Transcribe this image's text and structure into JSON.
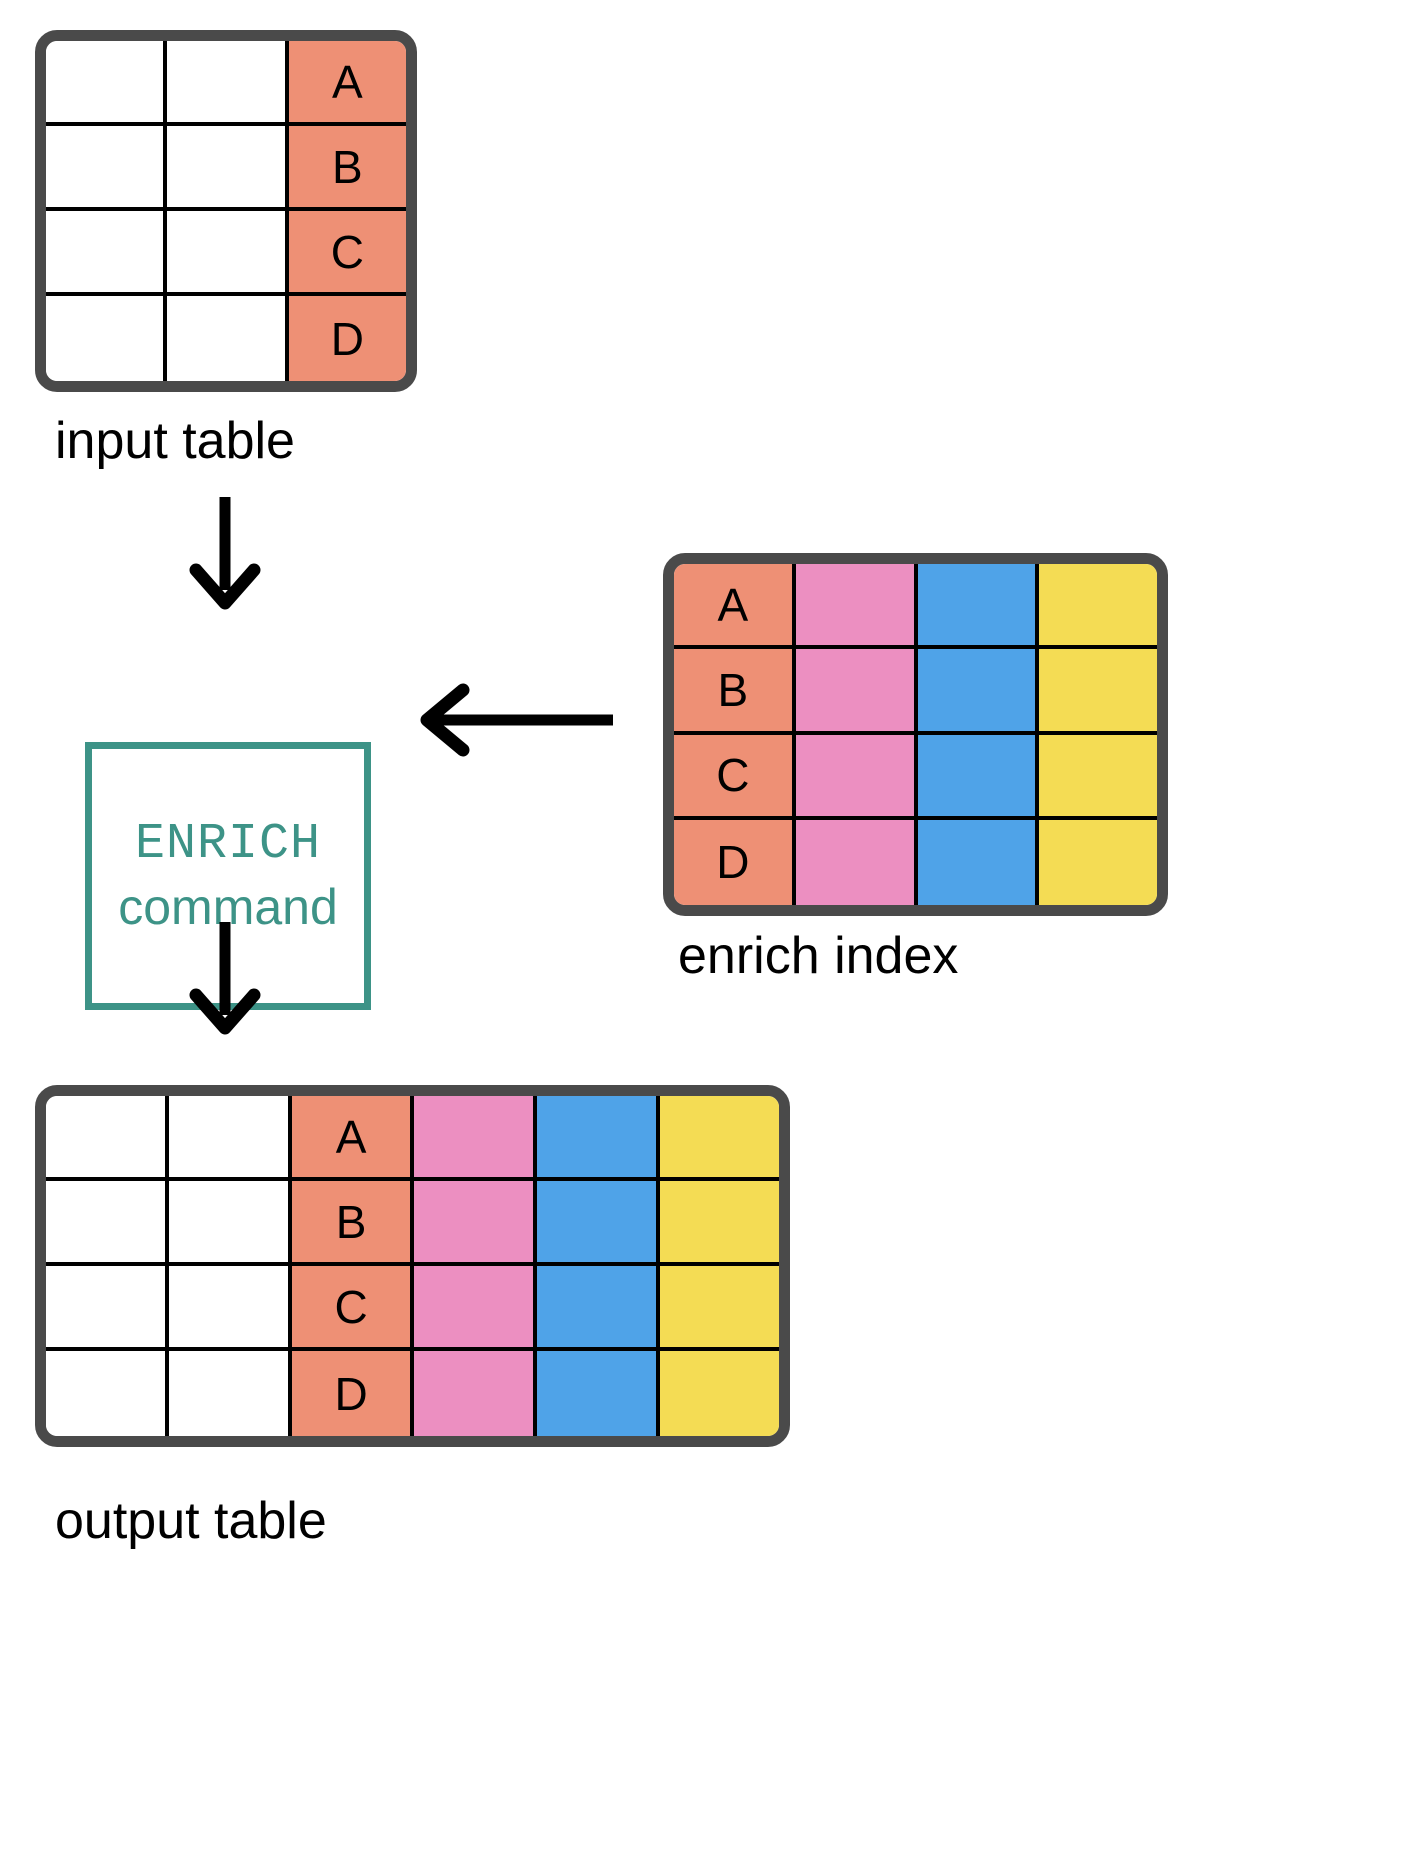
{
  "diagram": {
    "title": "ENRICH command data flow",
    "colors": {
      "salmon": "#EE9075",
      "pink": "#EC8FC1",
      "blue": "#4FA3E8",
      "yellow": "#F4DC54",
      "teal": "#3D9387",
      "border": "#4A4A4A",
      "gridline": "#000000",
      "background": "#FFFFFF"
    }
  },
  "input_table": {
    "caption": "input table",
    "columns": 3,
    "rows": 4,
    "column_colors": [
      "white",
      "white",
      "salmon"
    ],
    "cells": [
      [
        "",
        "",
        "A"
      ],
      [
        "",
        "",
        "B"
      ],
      [
        "",
        "",
        "C"
      ],
      [
        "",
        "",
        "D"
      ]
    ]
  },
  "enrich_index": {
    "caption": "enrich index",
    "columns": 4,
    "rows": 4,
    "column_colors": [
      "salmon",
      "pink",
      "blue",
      "yellow"
    ],
    "cells": [
      [
        "A",
        "",
        "",
        ""
      ],
      [
        "B",
        "",
        "",
        ""
      ],
      [
        "C",
        "",
        "",
        ""
      ],
      [
        "D",
        "",
        "",
        ""
      ]
    ]
  },
  "output_table": {
    "caption": "output table",
    "columns": 6,
    "rows": 4,
    "column_colors": [
      "white",
      "white",
      "salmon",
      "pink",
      "blue",
      "yellow"
    ],
    "cells": [
      [
        "",
        "",
        "A",
        "",
        "",
        ""
      ],
      [
        "",
        "",
        "B",
        "",
        "",
        ""
      ],
      [
        "",
        "",
        "C",
        "",
        "",
        ""
      ],
      [
        "",
        "",
        "D",
        "",
        "",
        ""
      ]
    ]
  },
  "command_box": {
    "line1": "ENRICH",
    "line2": "command"
  },
  "arrows": [
    {
      "name": "input-to-command",
      "direction": "down"
    },
    {
      "name": "index-to-command",
      "direction": "left"
    },
    {
      "name": "command-to-output",
      "direction": "down"
    }
  ]
}
